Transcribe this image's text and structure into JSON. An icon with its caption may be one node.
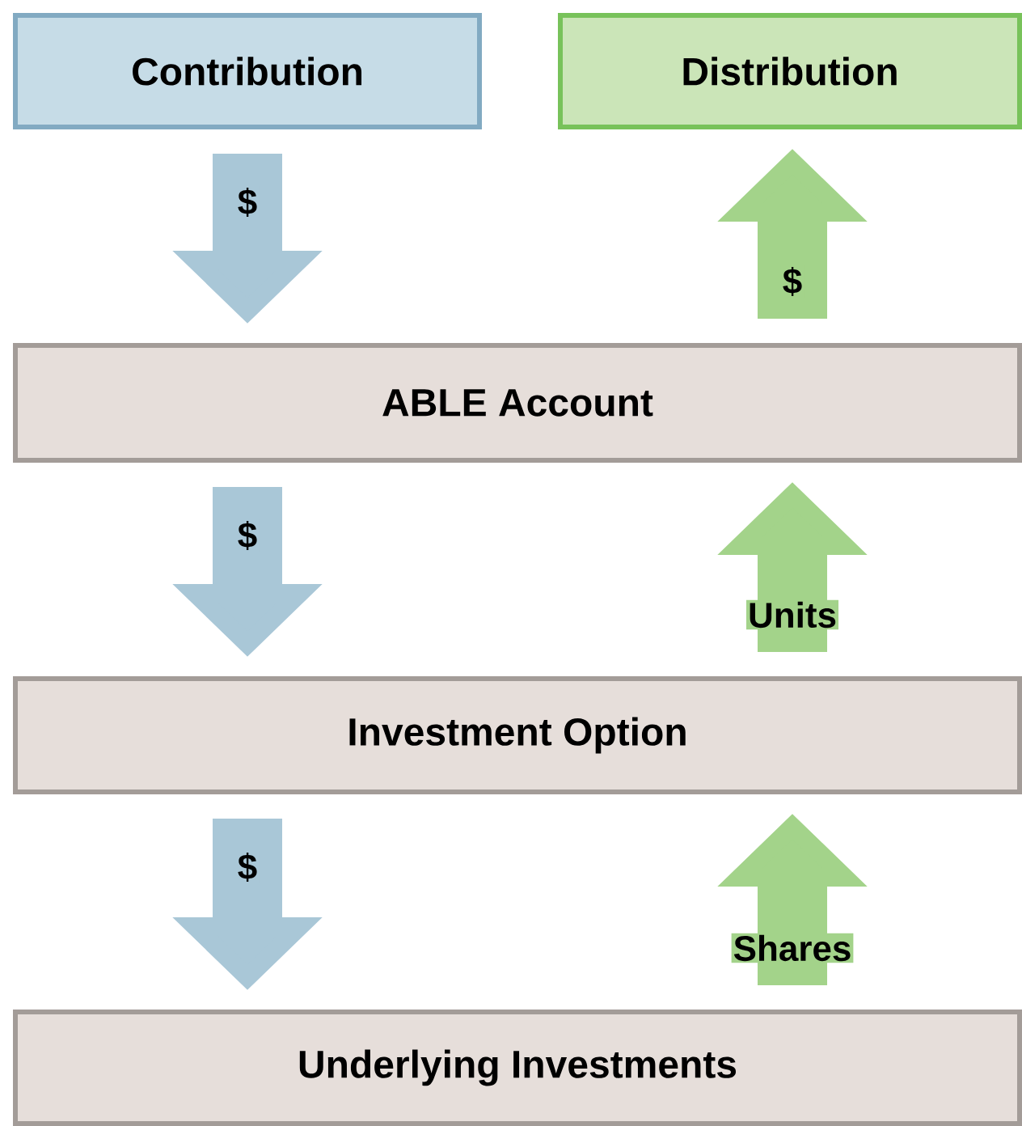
{
  "diagram": {
    "nodes": [
      {
        "text": [
          "Contribution"
        ]
      },
      {
        "text": [
          "Distribution"
        ]
      },
      {
        "text": [
          "ABLE Account"
        ]
      },
      {
        "text": [
          "Investment Option"
        ]
      },
      {
        "text": [
          "Underlying Investments"
        ]
      }
    ],
    "edges": [
      {
        "from": 0,
        "to": 2,
        "arrow": "to",
        "label": "$",
        "color": "#a9c7d7"
      },
      {
        "from": 2,
        "to": 1,
        "arrow": "to",
        "label": "$",
        "color": "#a3d38a"
      },
      {
        "from": 2,
        "to": 3,
        "arrow": "to",
        "label": "$",
        "color": "#a9c7d7"
      },
      {
        "from": 3,
        "to": 2,
        "arrow": "to",
        "label": "Units",
        "color": "#a3d38a"
      },
      {
        "from": 3,
        "to": 4,
        "arrow": "to",
        "label": "$",
        "color": "#a9c7d7"
      },
      {
        "from": 4,
        "to": 3,
        "arrow": "to",
        "label": "Shares",
        "color": "#a3d38a"
      }
    ]
  }
}
